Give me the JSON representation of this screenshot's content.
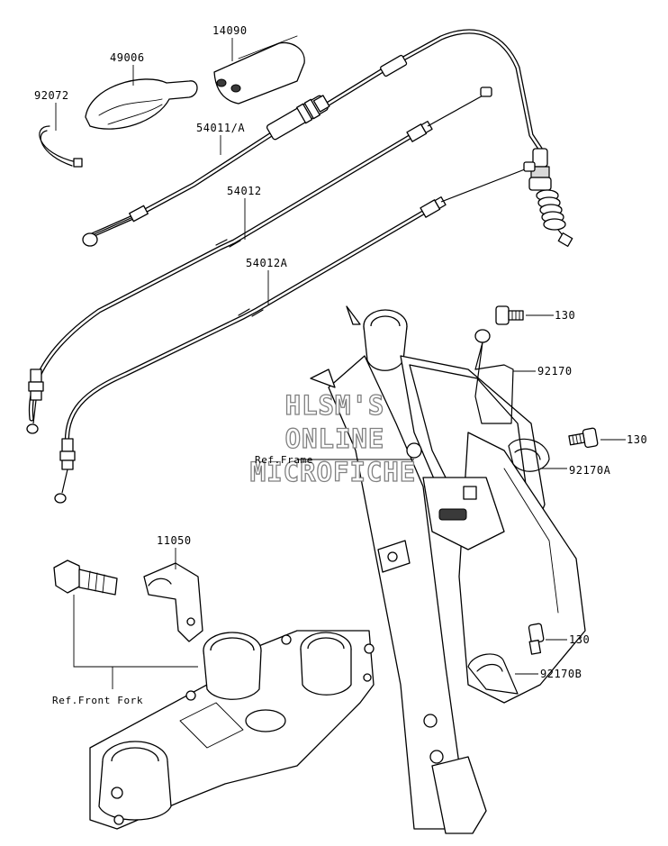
{
  "parts": {
    "p14090": "14090",
    "p49006": "49006",
    "p92072": "92072",
    "p54011a": "54011/A",
    "p54012": "54012",
    "p54012a": "54012A",
    "p130_1": "130",
    "p92170": "92170",
    "p130_2": "130",
    "p92170a": "92170A",
    "p11050": "11050",
    "p130_3": "130",
    "p92170b": "92170B"
  },
  "refs": {
    "frame": "Ref.Frame",
    "front_fork": "Ref.Front Fork"
  },
  "watermark": {
    "line1": "HLSM'S",
    "line2": "ONLINE",
    "line3": "MICROFICHE"
  }
}
